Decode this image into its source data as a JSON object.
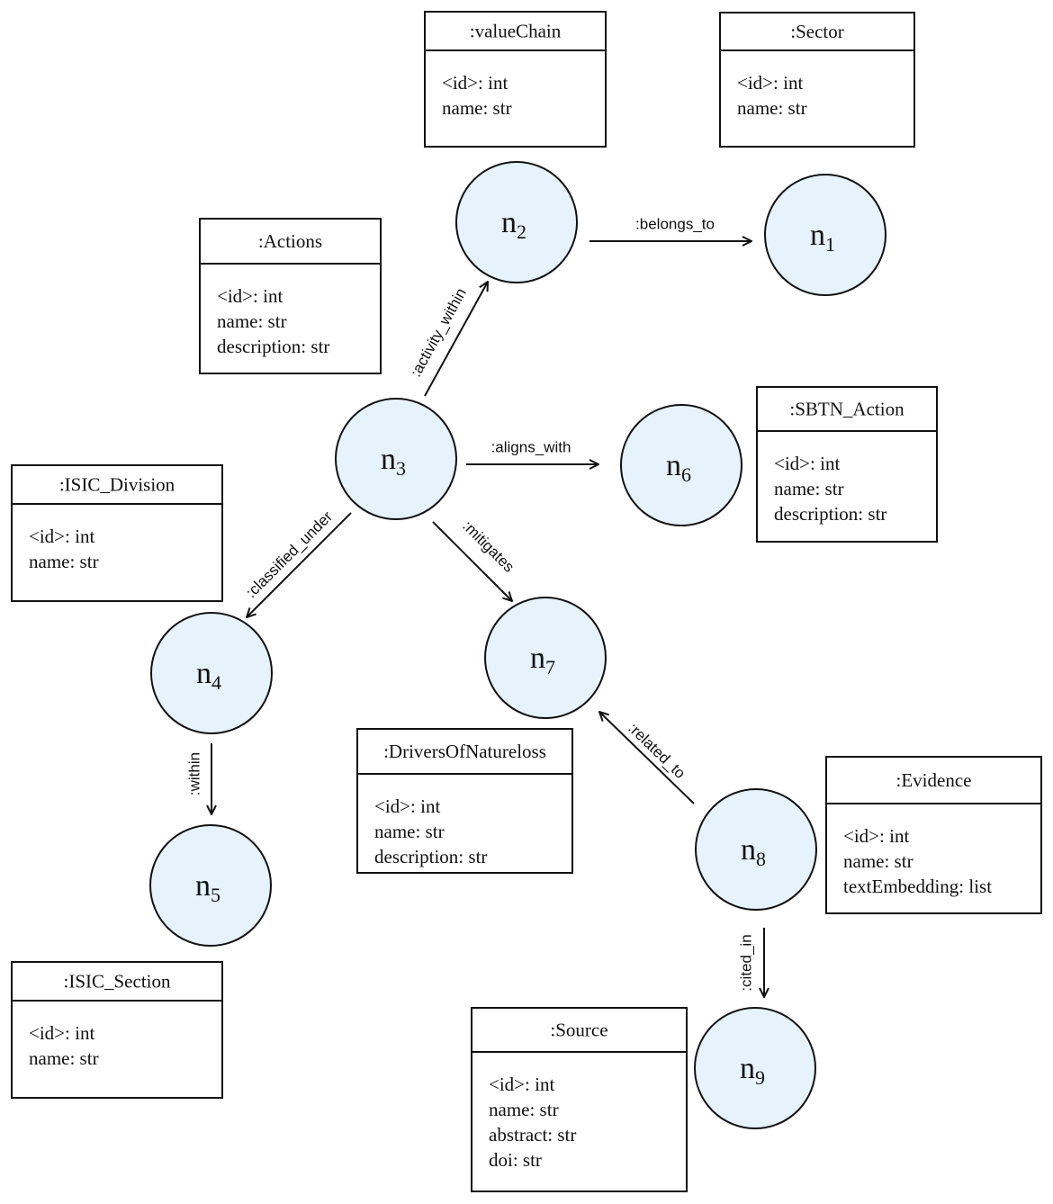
{
  "colors": {
    "node_fill": "#e6f2fc",
    "stroke": "#111111",
    "background": "#ffffff"
  },
  "nodes": [
    {
      "id": "n1",
      "base": "n",
      "sub": "1"
    },
    {
      "id": "n2",
      "base": "n",
      "sub": "2"
    },
    {
      "id": "n3",
      "base": "n",
      "sub": "3"
    },
    {
      "id": "n4",
      "base": "n",
      "sub": "4"
    },
    {
      "id": "n5",
      "base": "n",
      "sub": "5"
    },
    {
      "id": "n6",
      "base": "n",
      "sub": "6"
    },
    {
      "id": "n7",
      "base": "n",
      "sub": "7"
    },
    {
      "id": "n8",
      "base": "n",
      "sub": "8"
    },
    {
      "id": "n9",
      "base": "n",
      "sub": "9"
    }
  ],
  "boxes": [
    {
      "key": "valueChain",
      "title": ":valueChain",
      "attributes": [
        "<id>: int",
        "name: str"
      ]
    },
    {
      "key": "sector",
      "title": ":Sector",
      "attributes": [
        "<id>: int",
        "name: str"
      ]
    },
    {
      "key": "actions",
      "title": ":Actions",
      "attributes": [
        "<id>: int",
        "name: str",
        "description: str"
      ]
    },
    {
      "key": "isic_division",
      "title": ":ISIC_Division",
      "attributes": [
        "<id>: int",
        "name: str"
      ]
    },
    {
      "key": "sbtn_action",
      "title": ":SBTN_Action",
      "attributes": [
        "<id>: int",
        "name: str",
        "description: str"
      ]
    },
    {
      "key": "drivers",
      "title": ":DriversOfNatureloss",
      "attributes": [
        "<id>: int",
        "name: str",
        "description: str"
      ]
    },
    {
      "key": "evidence",
      "title": ":Evidence",
      "attributes": [
        "<id>: int",
        "name: str",
        "textEmbedding: list"
      ]
    },
    {
      "key": "isic_section",
      "title": ":ISIC_Section",
      "attributes": [
        "<id>: int",
        "name: str"
      ]
    },
    {
      "key": "source",
      "title": ":Source",
      "attributes": [
        "<id>: int",
        "name: str",
        "abstract: str",
        "doi: str"
      ]
    }
  ],
  "edges": [
    {
      "key": "belongs_to",
      "from": "n2",
      "to": "n1",
      "label": ":belongs_to"
    },
    {
      "key": "activity_within",
      "from": "n3",
      "to": "n2",
      "label": ":activity_within"
    },
    {
      "key": "aligns_with",
      "from": "n3",
      "to": "n6",
      "label": ":aligns_with"
    },
    {
      "key": "classified_under",
      "from": "n3",
      "to": "n4",
      "label": ":classified_under"
    },
    {
      "key": "mitigates",
      "from": "n3",
      "to": "n7",
      "label": ":mitigates"
    },
    {
      "key": "within",
      "from": "n4",
      "to": "n5",
      "label": ":within"
    },
    {
      "key": "related_to",
      "from": "n8",
      "to": "n7",
      "label": ":related_to"
    },
    {
      "key": "cited_in",
      "from": "n8",
      "to": "n9",
      "label": ":cited_in"
    }
  ]
}
